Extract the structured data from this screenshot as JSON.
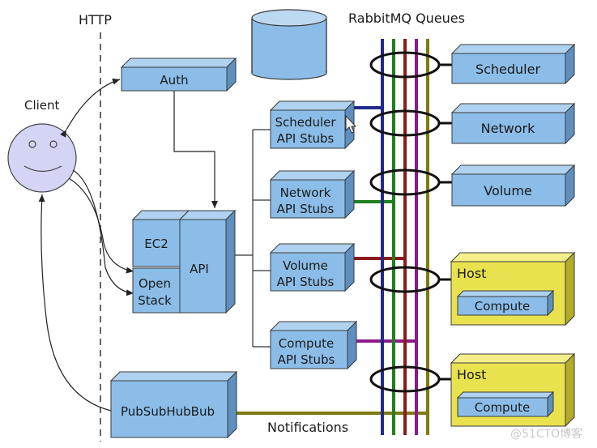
{
  "labels": {
    "http": "HTTP",
    "rabbitmq": "RabbitMQ Queues",
    "client": "Client",
    "auth": "Auth",
    "ec2": "EC2",
    "openstack_line1": "Open",
    "openstack_line2": "Stack",
    "api": "API",
    "pubsub": "PubSubHubBub",
    "notifications": "Notifications",
    "watermark": "@51CTO博客"
  },
  "stubs": [
    {
      "line1": "Scheduler",
      "line2": "API Stubs"
    },
    {
      "line1": "Network",
      "line2": "API Stubs"
    },
    {
      "line1": "Volume",
      "line2": "API Stubs"
    },
    {
      "line1": "Compute",
      "line2": "API Stubs"
    }
  ],
  "services": {
    "scheduler": "Scheduler",
    "network": "Network",
    "volume": "Volume"
  },
  "hosts": [
    {
      "title": "Host",
      "inner": "Compute"
    },
    {
      "title": "Host",
      "inner": "Compute"
    }
  ],
  "colors": {
    "blue_box": "#8bbde8",
    "box_stroke": "#3a3a3a",
    "host_yellow": "#e9e24f",
    "bus_navy": "#1f2a8a",
    "bus_green": "#1f7f1f",
    "bus_red": "#8b1a1a",
    "bus_purple": "#8b1a8b",
    "bus_olive": "#7d7a10"
  }
}
